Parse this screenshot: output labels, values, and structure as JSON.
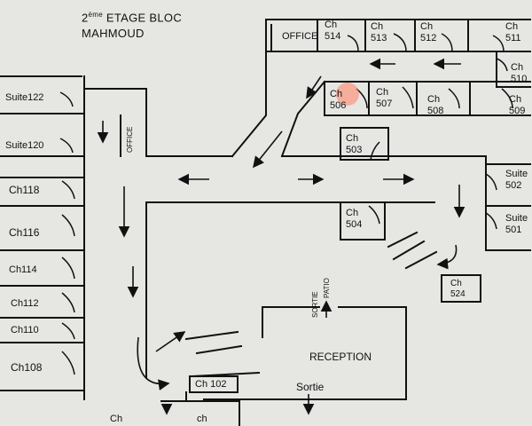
{
  "title": {
    "floor_num": "2",
    "floor_sup": "ème",
    "line1_rest": "ETAGE BLOC",
    "line2": "MAHMOUD"
  },
  "rooms": {
    "office_top": "OFFICE",
    "office_side": "OFFICE",
    "ch514": "514",
    "ch513": "513",
    "ch512": "512",
    "ch511": "511",
    "ch510": "510",
    "ch506": "506",
    "ch507": "507",
    "ch508": "508",
    "ch509": "509",
    "ch503": "503",
    "ch504": "504",
    "ch524": "524",
    "ch_prefix": "Ch",
    "suite502": "502",
    "suite501": "501",
    "suite_word": "Suite",
    "suite122": "Suite122",
    "suite120": "Suite120",
    "ch118": "Ch118",
    "ch116": "Ch116",
    "ch114": "Ch114",
    "ch112": "Ch112",
    "ch110": "Ch110",
    "ch108": "Ch108",
    "ch102": "Ch 102",
    "ch_bottom1": "Ch",
    "ch_bottom2": "ch"
  },
  "labels": {
    "reception": "RECEPTION",
    "sortie": "Sortie",
    "sortie_patio1": "SORTIE",
    "sortie_patio2": "PATIO"
  }
}
